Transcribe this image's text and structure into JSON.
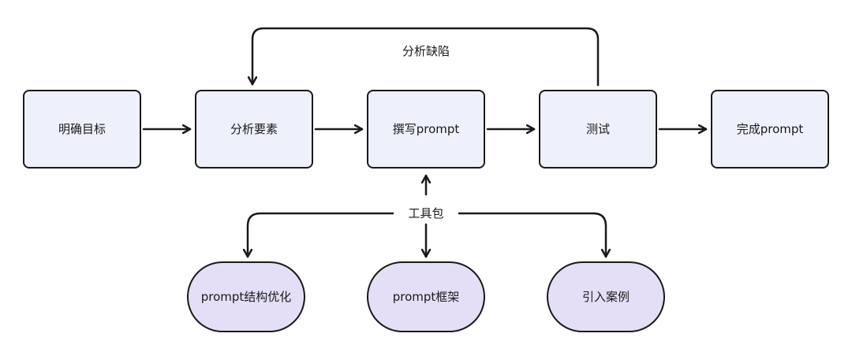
{
  "steps": [
    {
      "label": "明确目标"
    },
    {
      "label": "分析要素"
    },
    {
      "label": "撰写prompt"
    },
    {
      "label": "测试"
    },
    {
      "label": "完成prompt"
    }
  ],
  "feedback_label": "分析缺陷",
  "toolkit_label": "工具包",
  "tools": [
    {
      "label": "prompt结构优化"
    },
    {
      "label": "prompt框架"
    },
    {
      "label": "引入案例"
    }
  ]
}
